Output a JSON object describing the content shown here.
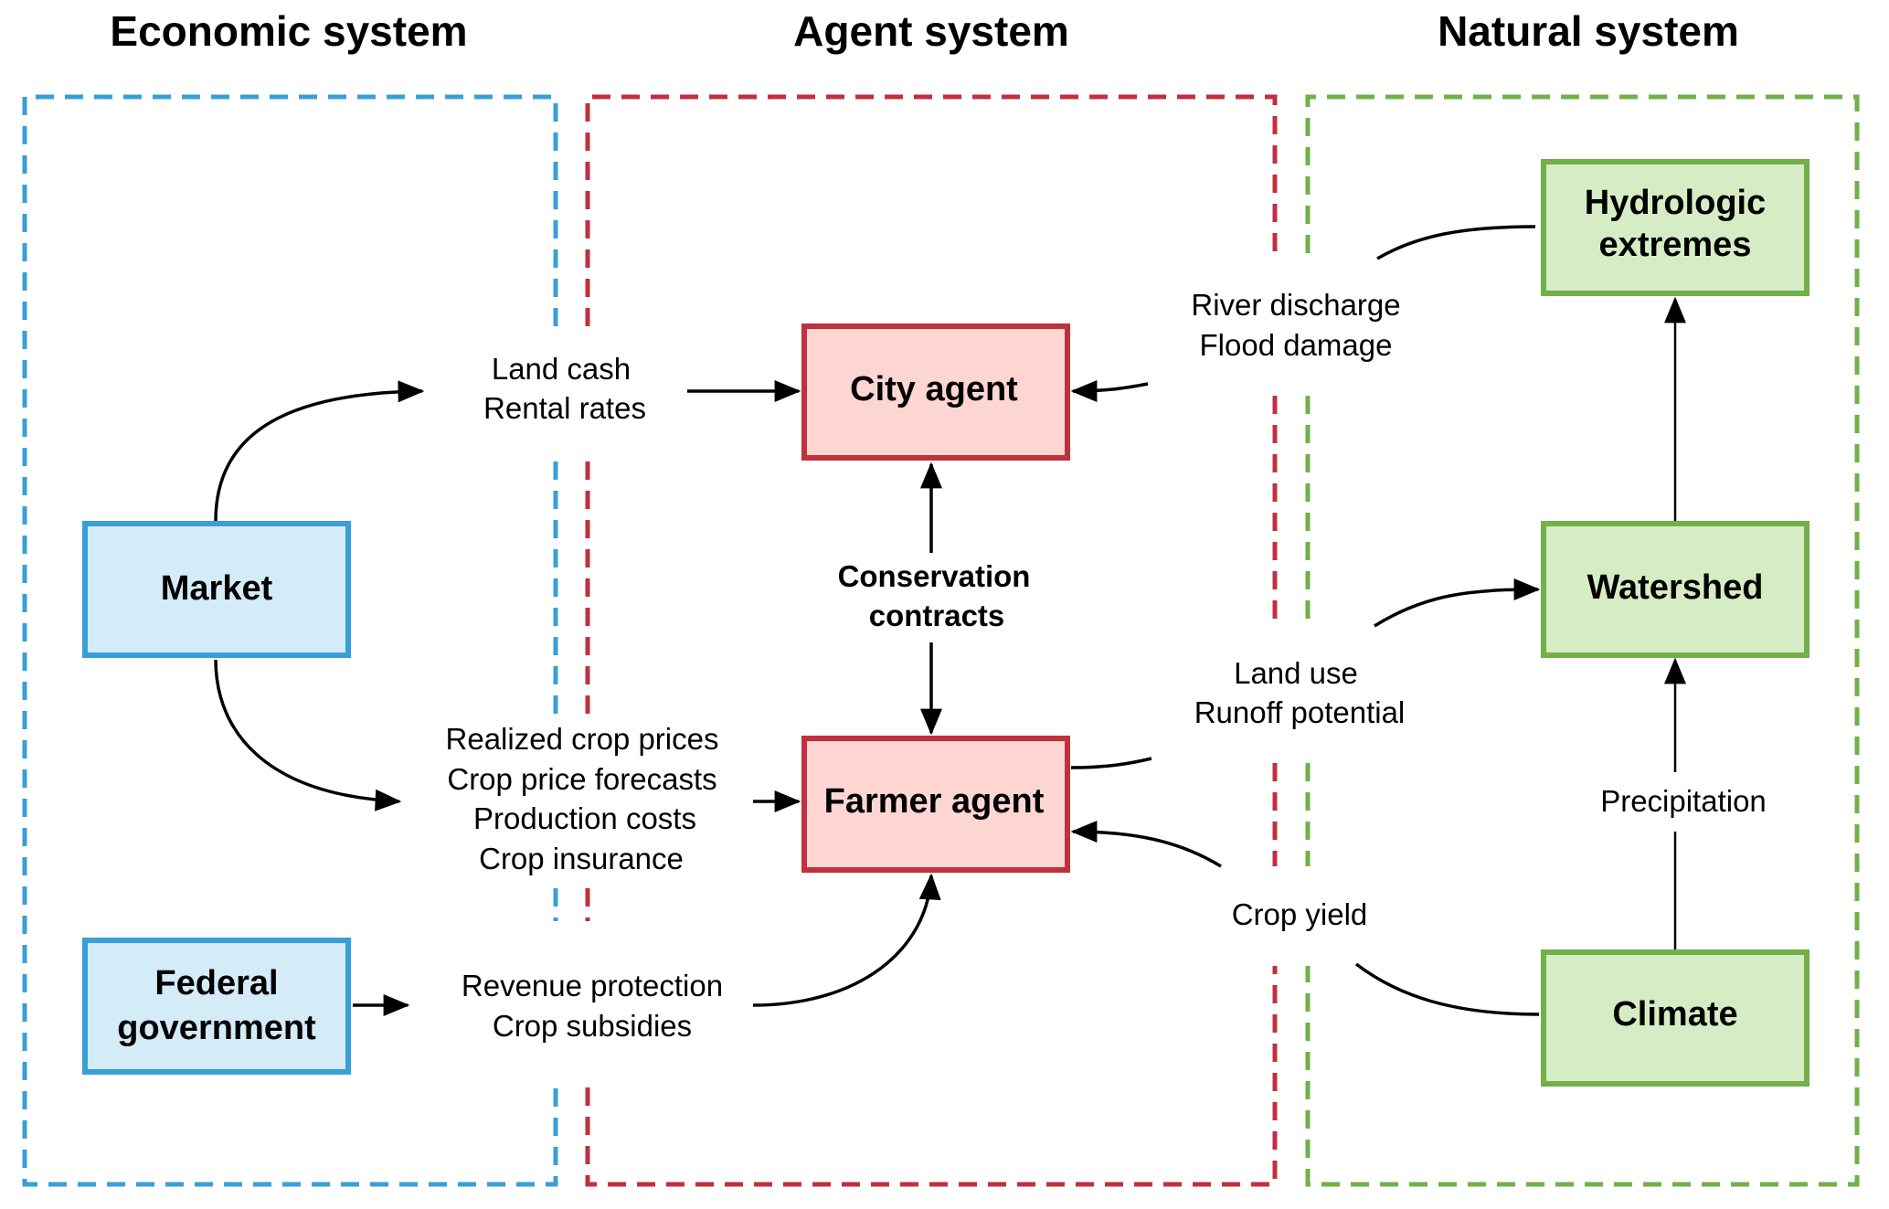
{
  "systems": {
    "economic": {
      "title": "Economic system",
      "color": "#3a9fd6"
    },
    "agent": {
      "title": "Agent system",
      "color": "#c0303d"
    },
    "natural": {
      "title": "Natural system",
      "color": "#72b04a"
    }
  },
  "nodes": {
    "market": {
      "label": "Market",
      "system": "economic"
    },
    "federal": {
      "lines": [
        "Federal",
        "government"
      ],
      "system": "economic"
    },
    "city_agent": {
      "label": "City agent",
      "system": "agent"
    },
    "farmer_agent": {
      "label": "Farmer agent",
      "system": "agent"
    },
    "hydrologic": {
      "lines": [
        "Hydrologic",
        "extremes"
      ],
      "system": "natural"
    },
    "watershed": {
      "label": "Watershed",
      "system": "natural"
    },
    "climate": {
      "label": "Climate",
      "system": "natural"
    }
  },
  "flows": {
    "land_rental": {
      "lines": [
        "Land cash",
        "Rental rates"
      ],
      "from": "Market",
      "to": "City agent"
    },
    "market_farmer": {
      "lines": [
        "Realized crop prices",
        "Crop price forecasts",
        "Production costs",
        "Crop insurance"
      ],
      "from": "Market",
      "to": "Farmer agent"
    },
    "federal_farmer": {
      "lines": [
        "Revenue protection",
        "Crop subsidies"
      ],
      "from": "Federal government",
      "to": "Farmer agent"
    },
    "conservation": {
      "lines": [
        "Conservation",
        "contracts"
      ],
      "from": "City agent",
      "to": "Farmer agent",
      "bidirectional": true
    },
    "river": {
      "lines": [
        "River discharge",
        "Flood damage"
      ],
      "from": "Hydrologic extremes",
      "to": "City agent"
    },
    "land_use": {
      "lines": [
        "Land use",
        "Runoff potential"
      ],
      "from": "Farmer agent",
      "to": "Watershed"
    },
    "crop_yield": {
      "lines": [
        "Crop yield"
      ],
      "from": "Climate",
      "to": "Farmer agent"
    },
    "precipitation": {
      "lines": [
        "Precipitation"
      ],
      "from": "Climate",
      "to": "Watershed"
    },
    "watershed_hydro": {
      "lines": [],
      "from": "Watershed",
      "to": "Hydrologic extremes"
    }
  }
}
